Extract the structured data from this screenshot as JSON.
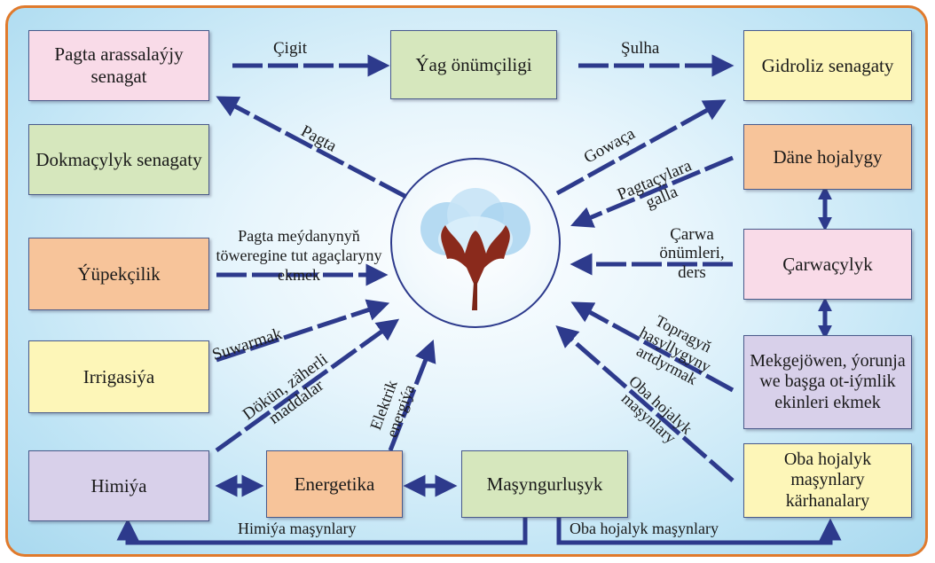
{
  "colors": {
    "frame_border": "#e07a2c",
    "arrow": "#2d3a8c",
    "pink": "#f9dbe8",
    "green": "#d6e7bd",
    "yellow": "#fdf6b8",
    "orange": "#f7c49a",
    "lavender": "#d8d0ea"
  },
  "center": {
    "icon": "cotton-boll-icon"
  },
  "nodes": {
    "pagta_arassalayjy": "Pagta arassalaýjy senagat",
    "yag_onumciligi": "Ýag önümçiligi",
    "gidroliz": "Gidroliz senagaty",
    "dokmacylyk": "Dokmaçylyk senagaty",
    "dane_hojalygy": "Däne hojalygy",
    "yupekcilik": "Ýüpekçilik",
    "carwacylyk": "Çarwaçylyk",
    "irrigasiya": "Irrigasiýa",
    "mekgejowen": "Mekgejöwen, ýorunja we başga ot-iýmlik ekinleri ekmek",
    "himiya": "Himiýa",
    "energetika": "Energetika",
    "masyngurlusyk": "Maşyngurluşyk",
    "oba_hojalyk_karhanalary": "Oba hojalyk maşynlary kärhanalary"
  },
  "labels": {
    "cigit": "Çigit",
    "sulha": "Şulha",
    "pagta": "Pagta",
    "gowaca": "Gowaça",
    "pagtacylara_galla": "Pagtaçylara galla",
    "agac": "Pagta meýdanynyň töweregine tut agaçlaryny ekmek",
    "carwa_onumleri": "Çarwa önümleri, ders",
    "suwarmak": "Suwarmak",
    "topragyn": "Topragyň hasyllygyny artdyrmak",
    "dokun": "Dökün, zäherli maddalar",
    "elektrik": "Elektrik energiýa",
    "oba_masynlary_diag": "Oba hojalyk maşynlary",
    "himiya_masynlary": "Himiýa maşynlary",
    "oba_masynlary_bottom": "Oba hojalyk maşynlary"
  }
}
